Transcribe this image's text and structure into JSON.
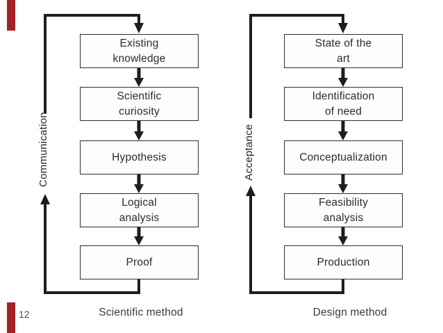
{
  "page": {
    "number": "12",
    "accent_color": "#a32125"
  },
  "charts": [
    {
      "loop_label": "Communication",
      "caption": "Scientific method",
      "boxes": [
        {
          "label": "Existing\nknowledge"
        },
        {
          "label": "Scientific\ncuriosity"
        },
        {
          "label": "Hypothesis"
        },
        {
          "label": "Logical\nanalysis"
        },
        {
          "label": "Proof"
        }
      ]
    },
    {
      "loop_label": "Acceptance",
      "caption": "Design method",
      "boxes": [
        {
          "label": "State of the\nart"
        },
        {
          "label": "Identification\nof need"
        },
        {
          "label": "Conceptualization"
        },
        {
          "label": "Feasibility\nanalysis"
        },
        {
          "label": "Production"
        }
      ]
    }
  ]
}
